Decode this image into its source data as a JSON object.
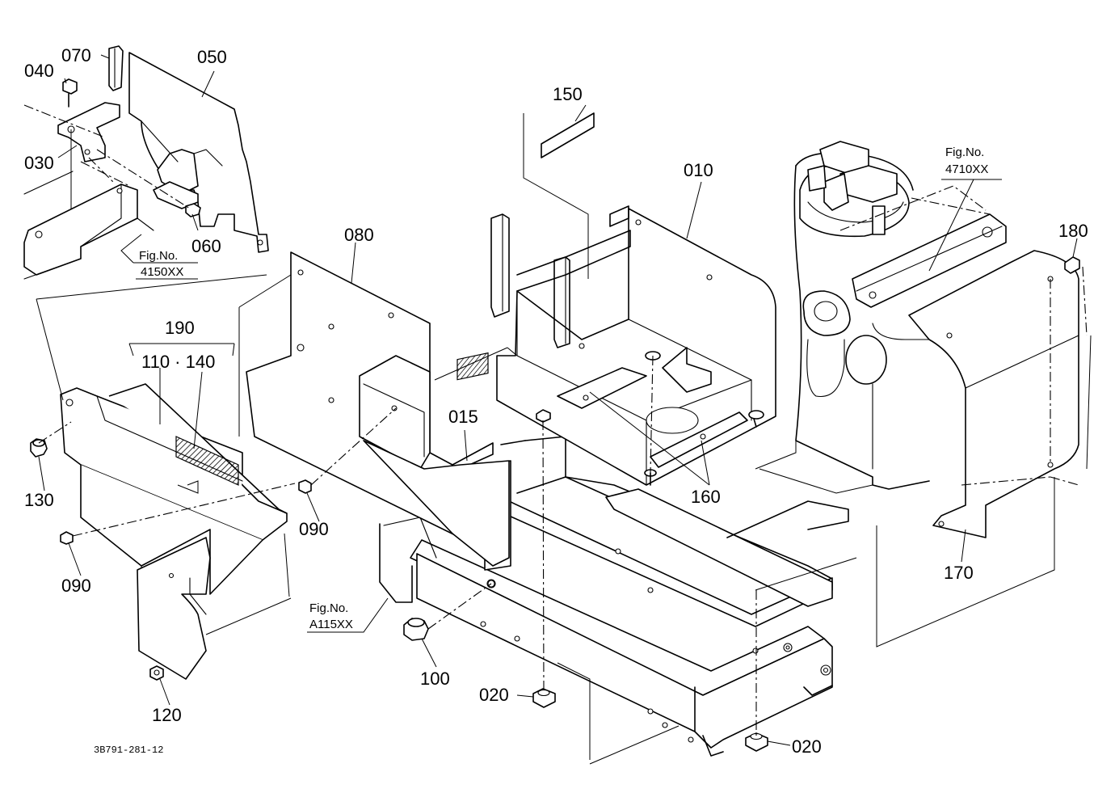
{
  "diagram": {
    "doc_code": "3B791-281-12",
    "part_labels": [
      {
        "id": "p010",
        "text": "010"
      },
      {
        "id": "p015",
        "text": "015"
      },
      {
        "id": "p020a",
        "text": "020"
      },
      {
        "id": "p020b",
        "text": "020"
      },
      {
        "id": "p030",
        "text": "030"
      },
      {
        "id": "p040",
        "text": "040"
      },
      {
        "id": "p050",
        "text": "050"
      },
      {
        "id": "p060",
        "text": "060"
      },
      {
        "id": "p070",
        "text": "070"
      },
      {
        "id": "p080",
        "text": "080"
      },
      {
        "id": "p090a",
        "text": "090"
      },
      {
        "id": "p090b",
        "text": "090"
      },
      {
        "id": "p100",
        "text": "100"
      },
      {
        "id": "p110_140",
        "text": "110 · 140"
      },
      {
        "id": "p120",
        "text": "120"
      },
      {
        "id": "p130",
        "text": "130"
      },
      {
        "id": "p150",
        "text": "150"
      },
      {
        "id": "p160",
        "text": "160"
      },
      {
        "id": "p170",
        "text": "170"
      },
      {
        "id": "p180",
        "text": "180"
      },
      {
        "id": "p190",
        "text": "190"
      }
    ],
    "figure_refs": [
      {
        "id": "fig4150",
        "prefix": "Fig.No.",
        "number": "4150XX"
      },
      {
        "id": "fig4710",
        "prefix": "Fig.No.",
        "number": "4710XX"
      },
      {
        "id": "figA115",
        "prefix": "Fig.No.",
        "number": "A115XX"
      }
    ]
  }
}
